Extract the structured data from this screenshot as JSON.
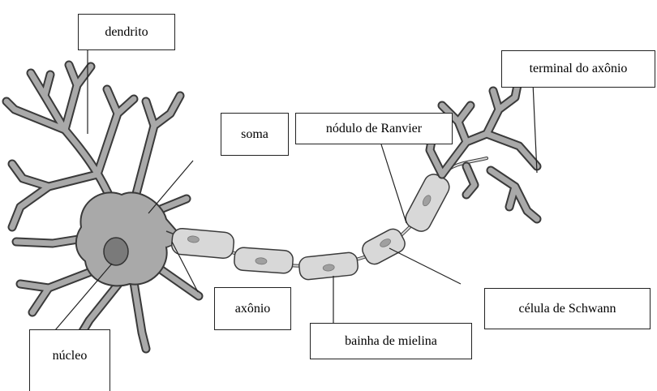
{
  "diagram": {
    "labels": {
      "dendrite": "dendrito",
      "soma": "soma",
      "ranvier": "nódulo de Ranvier",
      "axon_terminal": "terminal do axônio",
      "axon": "axônio",
      "schwann": "célula de Schwann",
      "myelin": "bainha de mielina",
      "nucleus": "núcleo"
    },
    "colors": {
      "cell_body": "#a9a9a9",
      "cell_outline": "#3a3a3a",
      "nucleus": "#7a7a7a",
      "myelin": "#d8d8d8",
      "myelin_nucleus": "#a0a0a0",
      "leader_line": "#222222"
    }
  }
}
